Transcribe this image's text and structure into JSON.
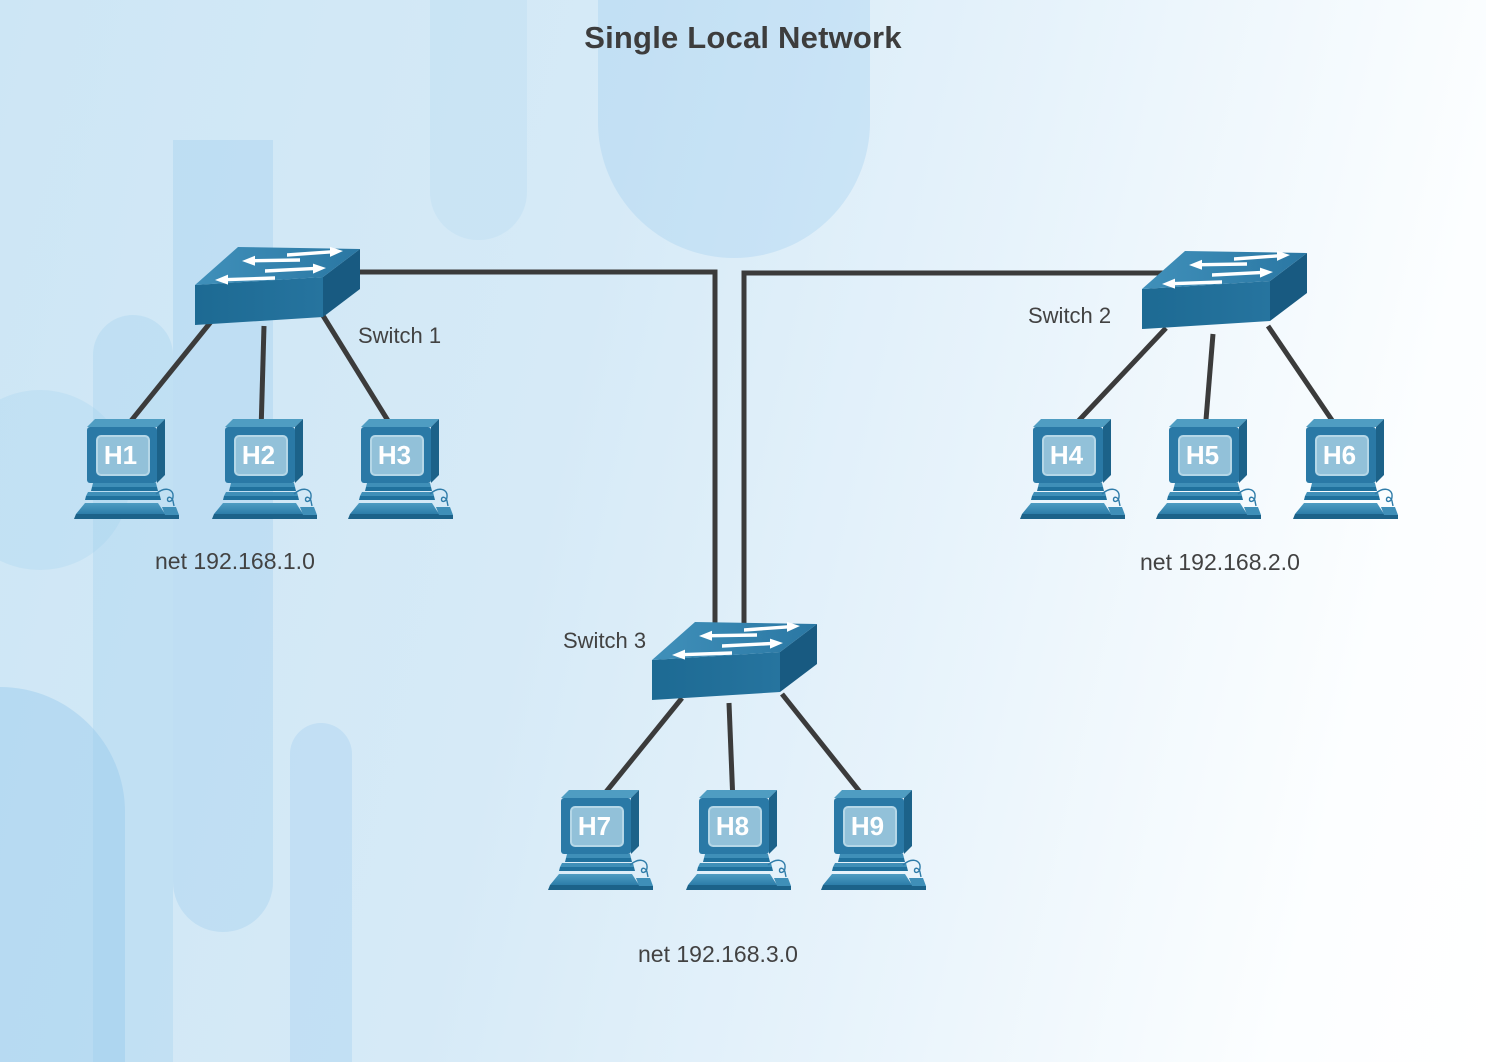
{
  "title": "Single Local Network",
  "diagram": {
    "switches": [
      {
        "label": "Switch 1",
        "icon": "switch-3d-icon"
      },
      {
        "label": "Switch 2",
        "icon": "switch-3d-icon"
      },
      {
        "label": "Switch 3",
        "icon": "switch-3d-icon"
      }
    ],
    "networks": [
      {
        "label": "net 192.168.1.0",
        "switch": "Switch 1",
        "hosts": [
          "H1",
          "H2",
          "H3"
        ],
        "host_icon": "desktop-host-icon"
      },
      {
        "label": "net 192.168.2.0",
        "switch": "Switch 2",
        "hosts": [
          "H4",
          "H5",
          "H6"
        ],
        "host_icon": "desktop-host-icon"
      },
      {
        "label": "net 192.168.3.0",
        "switch": "Switch 3",
        "hosts": [
          "H7",
          "H8",
          "H9"
        ],
        "host_icon": "desktop-host-icon"
      }
    ],
    "links": [
      {
        "from": "Switch 1",
        "to": "Switch 3"
      },
      {
        "from": "Switch 2",
        "to": "Switch 3"
      },
      {
        "from": "Switch 1",
        "to": "H1"
      },
      {
        "from": "Switch 1",
        "to": "H2"
      },
      {
        "from": "Switch 1",
        "to": "H3"
      },
      {
        "from": "Switch 2",
        "to": "H4"
      },
      {
        "from": "Switch 2",
        "to": "H5"
      },
      {
        "from": "Switch 2",
        "to": "H6"
      },
      {
        "from": "Switch 3",
        "to": "H7"
      },
      {
        "from": "Switch 3",
        "to": "H8"
      },
      {
        "from": "Switch 3",
        "to": "H9"
      }
    ],
    "colors": {
      "background_top_left": "#cde6f5",
      "background_bottom_right": "#ffffff",
      "device_blue": "#2a79a6",
      "device_blue_dark": "#1c6289",
      "device_blue_light": "#4f9dc2",
      "screen_blue": "#92c1d9",
      "cable": "#3b3b3b",
      "label_text": "#424242",
      "host_label_text": "#ffffff"
    }
  }
}
